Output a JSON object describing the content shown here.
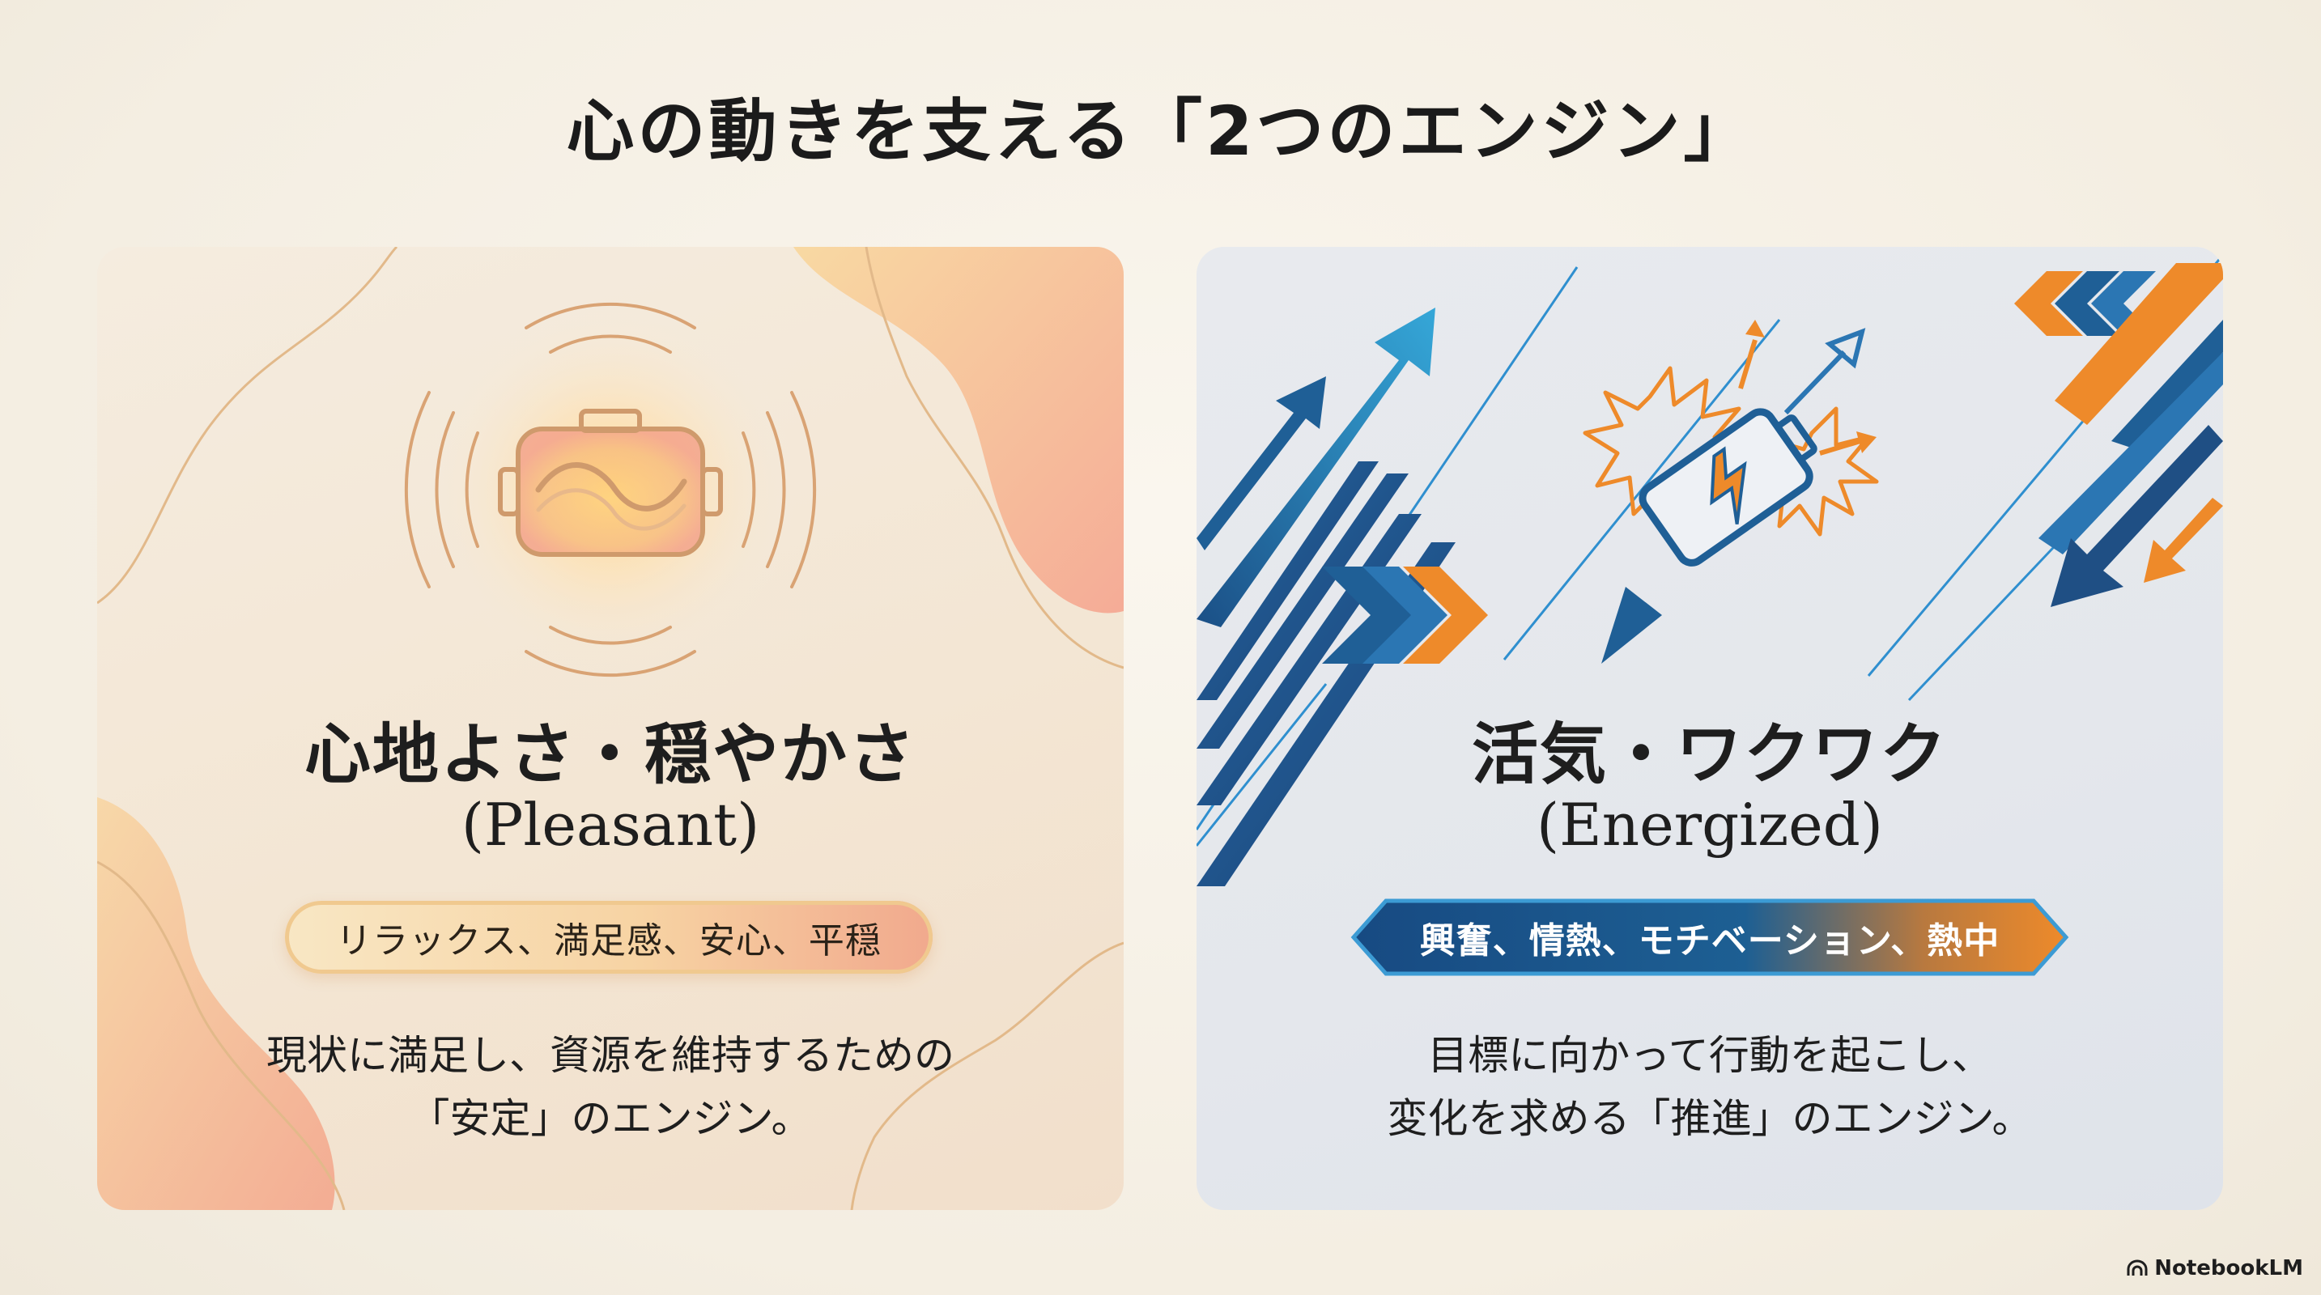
{
  "title": "心の動きを支える「2つのエンジン」",
  "cards": [
    {
      "title": "心地よさ・穏やかさ",
      "subtitle": "(Pleasant)",
      "tag": "リラックス、満足感、安心、平穏",
      "desc_line1": "現状に満足し、資源を維持するための",
      "desc_line2": "「安定」のエンジン。",
      "illustration": "calm-battery-icon",
      "colors": {
        "accent": "#f2b26b",
        "warm": "#f3a08a"
      }
    },
    {
      "title": "活気・ワクワク",
      "subtitle": "(Energized)",
      "tag": "興奮、情熱、モチベーション、熱中",
      "desc_line1": "目標に向かって行動を起こし、",
      "desc_line2": "変化を求める「推進」のエンジン。",
      "illustration": "energized-battery-icon",
      "colors": {
        "blue": "#1f5f96",
        "orange": "#ee8a2a"
      }
    }
  ],
  "brand": {
    "name": "NotebookLM",
    "icon": "notebooklm-logo-icon"
  }
}
